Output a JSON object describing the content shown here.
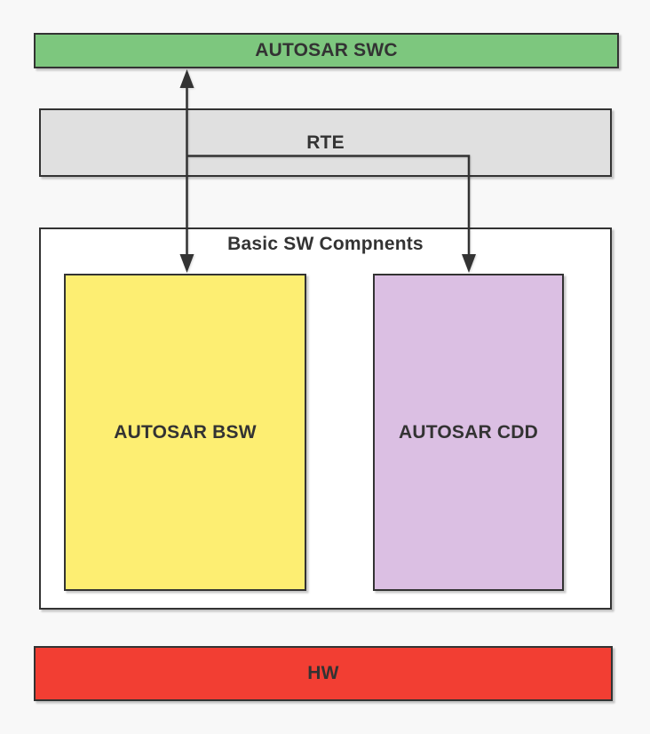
{
  "diagram": {
    "type": "layered-architecture-diagram",
    "nodes": {
      "swc": {
        "label": "AUTOSAR SWC",
        "fill": "#7dc77e"
      },
      "rte": {
        "label": "RTE",
        "fill": "#e0e0e0"
      },
      "basic_sw": {
        "label": "Basic SW Compnents",
        "fill": "#ffffff"
      },
      "bsw": {
        "label": "AUTOSAR BSW",
        "fill": "#fdee72"
      },
      "cdd": {
        "label": "AUTOSAR CDD",
        "fill": "#dbbfe3"
      },
      "hw": {
        "label": "HW",
        "fill": "#f23e33"
      }
    },
    "edges": [
      {
        "from": "AUTOSAR SWC",
        "to": "AUTOSAR BSW",
        "style": "double-headed-vertical-arrow",
        "passes_through": "RTE"
      },
      {
        "from": "RTE",
        "to": "AUTOSAR CDD",
        "style": "elbow-arrow",
        "direction": "right-then-down"
      }
    ],
    "colors": {
      "background": "#f8f8f8",
      "border": "#333333",
      "line": "#333333",
      "text": "#333333"
    }
  }
}
